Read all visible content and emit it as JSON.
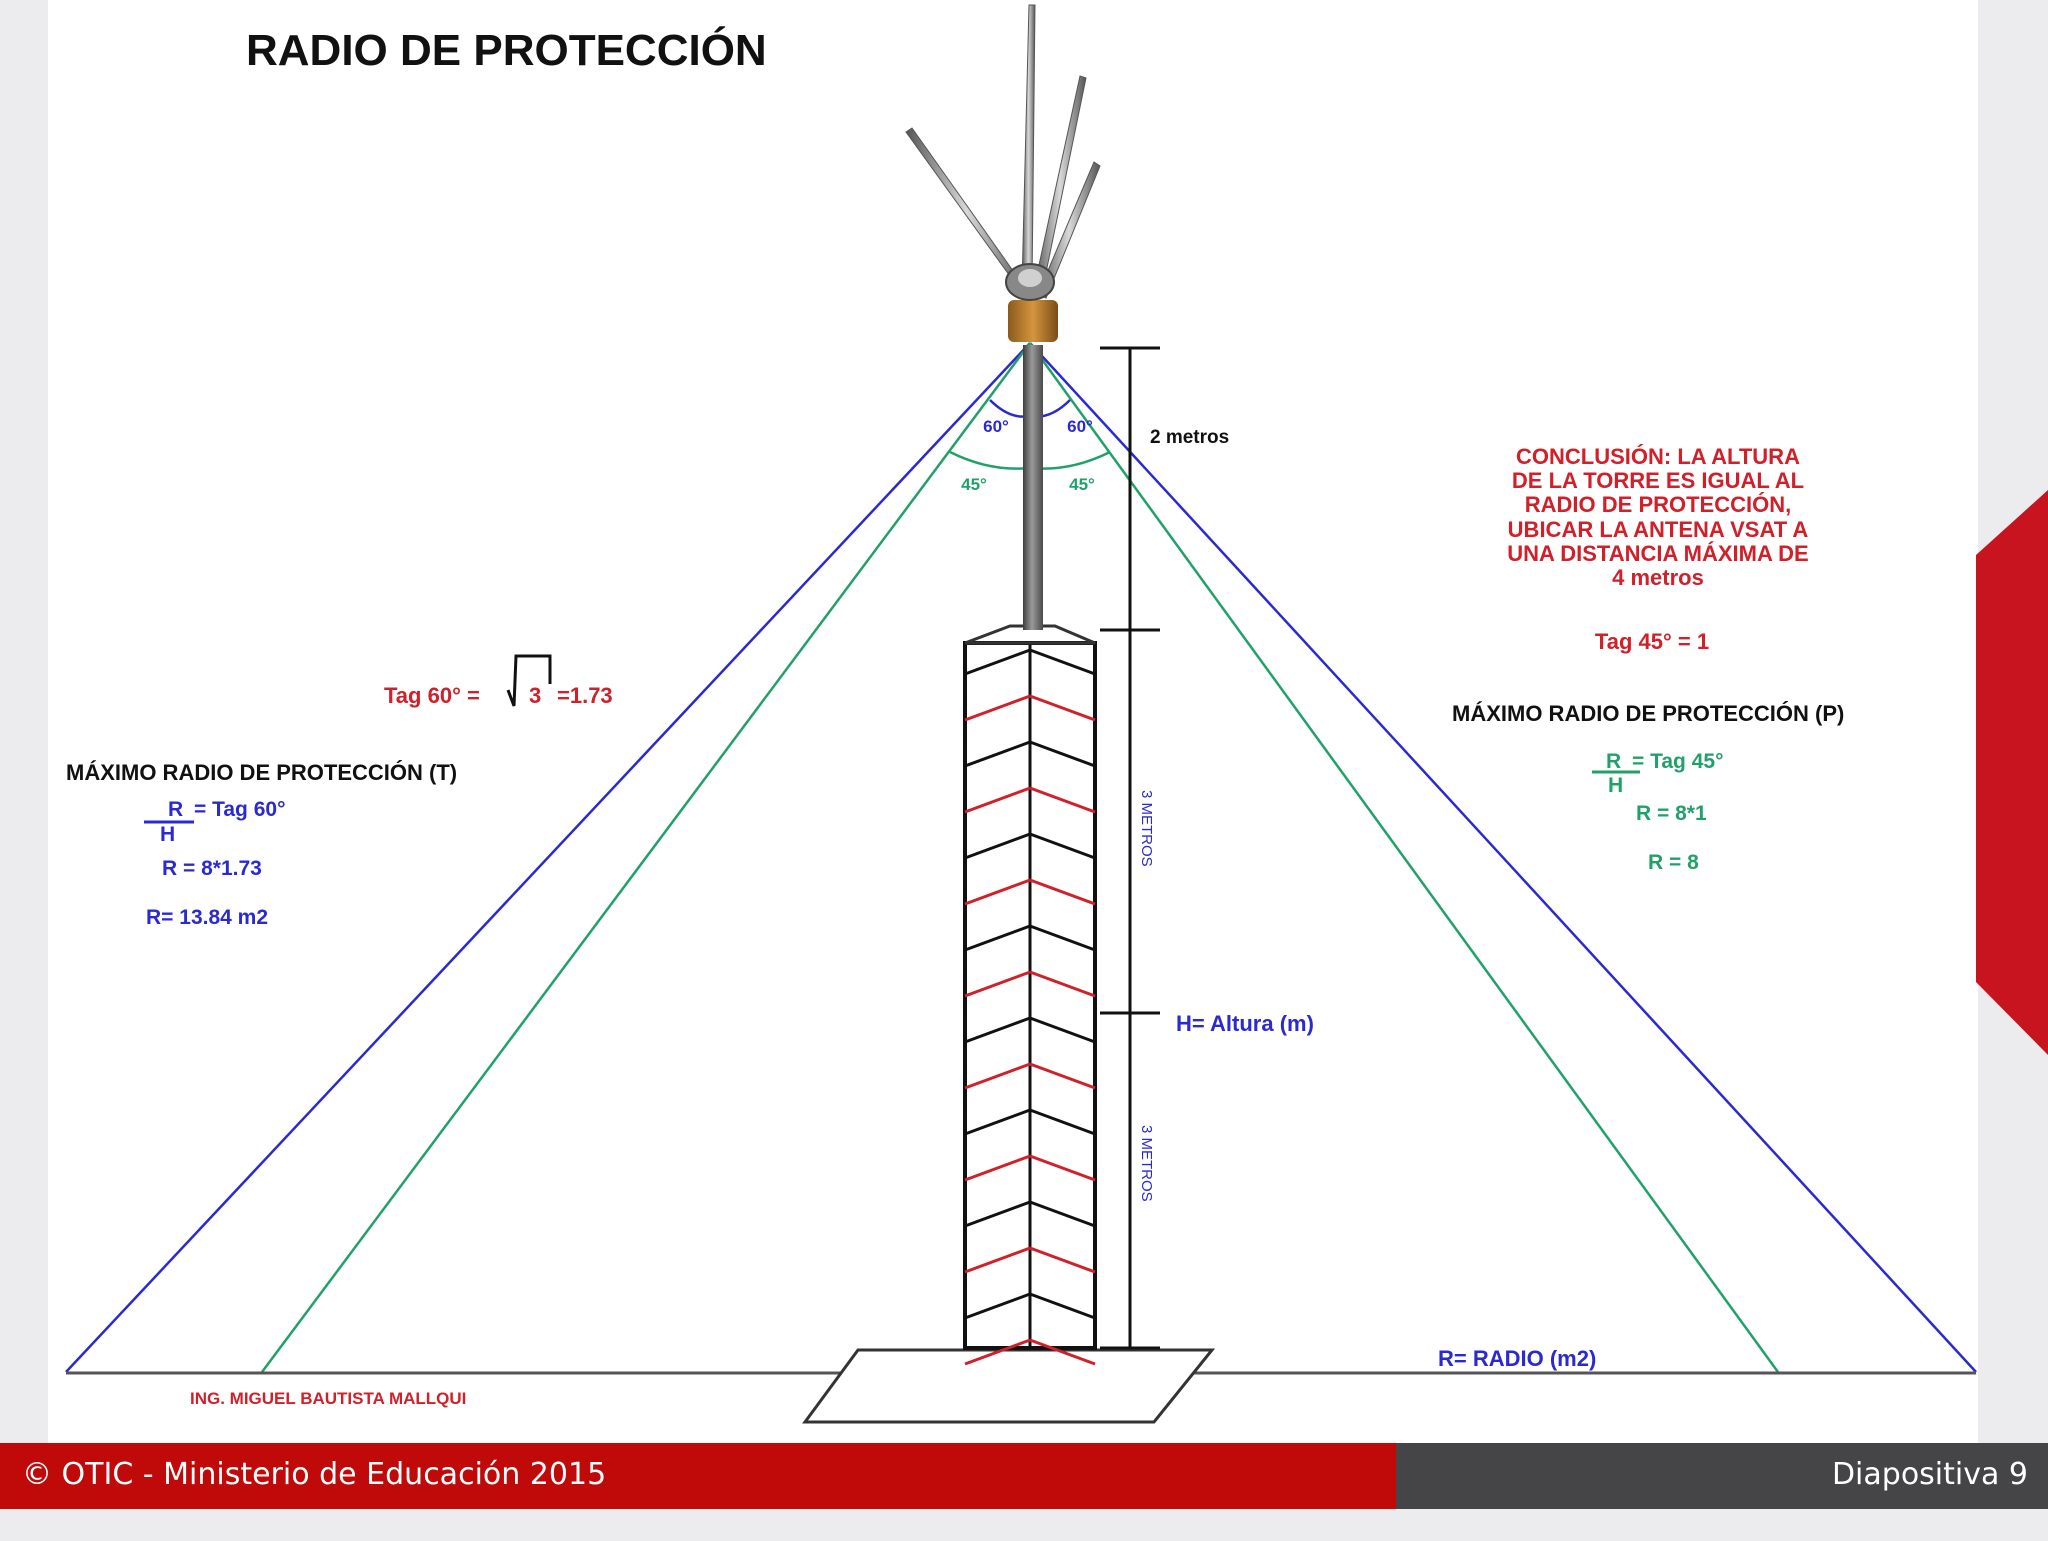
{
  "title": "RADIO DE PROTECCIÓN",
  "conclusion": {
    "lines": [
      "CONCLUSIÓN: LA ALTURA",
      "DE LA TORRE ES IGUAL AL",
      "RADIO DE PROTECCIÓN,",
      "UBICAR LA ANTENA VSAT A",
      "UNA DISTANCIA MÁXIMA DE",
      "4 metros"
    ],
    "color": "#d0202a"
  },
  "left_formula": {
    "tag60_prefix": "Tag 60° =",
    "tag60_root": "3",
    "tag60_result": "=1.73",
    "heading": "MÁXIMO RADIO DE PROTECCIÓN (T)",
    "ratio_num": "R",
    "ratio_den": "H",
    "ratio_rhs": "= Tag 60°",
    "calc1": "R = 8*1.73",
    "calc2": "R= 13.84 m2",
    "color": "#2222c8"
  },
  "right_formula": {
    "tag45": "Tag 45° = 1",
    "heading": "MÁXIMO RADIO DE PROTECCIÓN (P)",
    "ratio_num": "R",
    "ratio_den": "H",
    "ratio_rhs": "= Tag 45°",
    "calc1": "R = 8*1",
    "calc2": "R = 8",
    "color": "#1e9e5a"
  },
  "diagram": {
    "angle_60_left": "60°",
    "angle_60_right": "60°",
    "angle_45_left": "45°",
    "angle_45_right": "45°",
    "dim_top": "2 metros",
    "dim_mid": "3 METROS",
    "dim_low": "3 METROS",
    "height_label": "H= Altura (m)",
    "radius_label": "R= RADIO (m2)",
    "author": "ING. MIGUEL BAUTISTA MALLQUI",
    "colors": {
      "blue": "#2a2ad0",
      "green": "#22a06a",
      "red": "#d0202a",
      "black": "#111111",
      "accent_red": "#c8141e"
    }
  },
  "footer": {
    "left": "© OTIC - Ministerio de Educación 2015",
    "right": "Diapositiva 9",
    "left_color": "#c00a0a",
    "right_color": "#454548"
  }
}
